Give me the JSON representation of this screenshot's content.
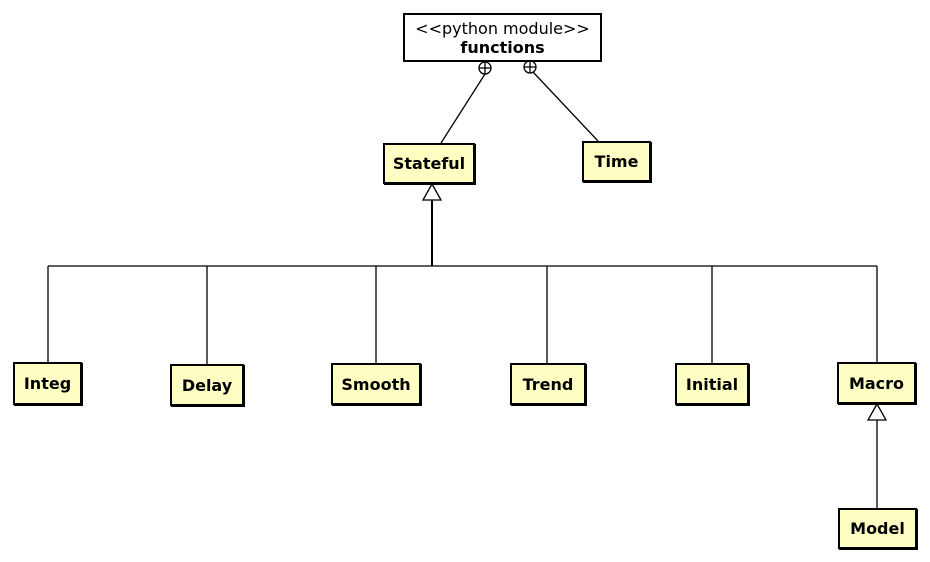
{
  "module": {
    "stereotype": "<<python module>>",
    "name": "functions"
  },
  "classes": {
    "stateful": "Stateful",
    "time": "Time",
    "integ": "Integ",
    "delay": "Delay",
    "smooth": "Smooth",
    "trend": "Trend",
    "initial": "Initial",
    "macro": "Macro",
    "model": "Model"
  },
  "relations": [
    {
      "type": "nesting",
      "from": "functions",
      "to": "Stateful"
    },
    {
      "type": "nesting",
      "from": "functions",
      "to": "Time"
    },
    {
      "type": "generalization",
      "from": "Integ",
      "to": "Stateful"
    },
    {
      "type": "generalization",
      "from": "Delay",
      "to": "Stateful"
    },
    {
      "type": "generalization",
      "from": "Smooth",
      "to": "Stateful"
    },
    {
      "type": "generalization",
      "from": "Trend",
      "to": "Stateful"
    },
    {
      "type": "generalization",
      "from": "Initial",
      "to": "Stateful"
    },
    {
      "type": "generalization",
      "from": "Macro",
      "to": "Stateful"
    },
    {
      "type": "generalization",
      "from": "Model",
      "to": "Macro"
    }
  ],
  "colors": {
    "class_fill": "#ffffc4",
    "module_fill": "#ffffff",
    "line": "#000000"
  }
}
